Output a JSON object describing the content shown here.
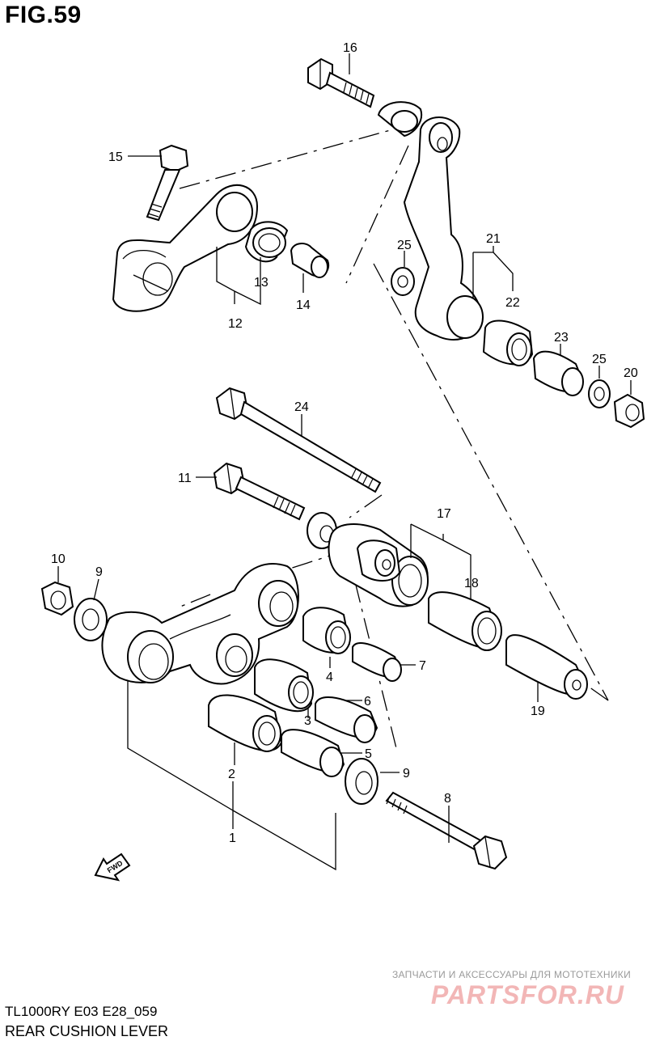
{
  "figure": {
    "title": "FIG.59"
  },
  "footer": {
    "model_code": "TL1000RY E03 E28_059",
    "section_title": "REAR CUSHION LEVER"
  },
  "watermark": {
    "tagline": "ЗАПЧАСТИ И АКСЕССУАРЫ ДЛЯ МОТОТЕХНИКИ",
    "brand": "PARTSFOR.RU"
  },
  "fwd_label": "FWD",
  "callouts": {
    "c16": "16",
    "c15": "15",
    "c13": "13",
    "c14": "14",
    "c12": "12",
    "c21": "21",
    "c25a": "25",
    "c22": "22",
    "c23": "23",
    "c25b": "25",
    "c20": "20",
    "c24": "24",
    "c11": "11",
    "c17": "17",
    "c18": "18",
    "c10": "10",
    "c9a": "9",
    "c4": "4",
    "c7": "7",
    "c6": "6",
    "c3": "3",
    "c5": "5",
    "c2": "2",
    "c9b": "9",
    "c8": "8",
    "c1": "1",
    "c19": "19"
  },
  "icons": {
    "fwd_arrow": "fwd-arrow-icon"
  }
}
